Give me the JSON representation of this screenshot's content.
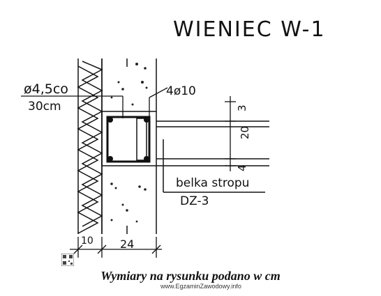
{
  "drawing": {
    "title": "WIENIEC W-1",
    "stirrup_top": "ø4,5co",
    "stirrup_bottom": "30cm",
    "main_bars": "4ø10",
    "beam_label_1": "belka stropu",
    "beam_label_2": "DZ-3",
    "dim_top": "3",
    "dim_mid": "20",
    "dim_low": "4",
    "dim_wall": "10",
    "dim_block": "24"
  },
  "caption": "Wymiary na rysunku podano w cm",
  "watermark": "www.EgzaminZawodowy.info"
}
